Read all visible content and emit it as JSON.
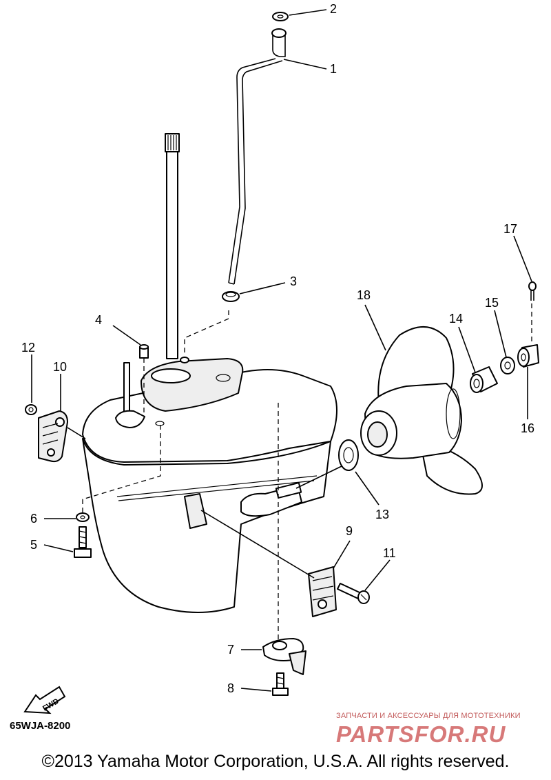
{
  "callouts": {
    "c1": "1",
    "c2": "2",
    "c3": "3",
    "c4": "4",
    "c5": "5",
    "c6": "6",
    "c7": "7",
    "c8": "8",
    "c9": "9",
    "c10": "10",
    "c11": "11",
    "c12": "12",
    "c13": "13",
    "c14": "14",
    "c15": "15",
    "c16": "16",
    "c17": "17",
    "c18": "18"
  },
  "fwd_label": "FWD",
  "diagram_code": "65WJA-8200",
  "watermark": {
    "subtitle": "ЗАПЧАСТИ И АКСЕССУАРЫ ДЛЯ МОТОТЕХНИКИ",
    "logo": "PARTSFOR.RU"
  },
  "copyright": "©2013 Yamaha Motor Corporation, U.S.A. All rights reserved."
}
